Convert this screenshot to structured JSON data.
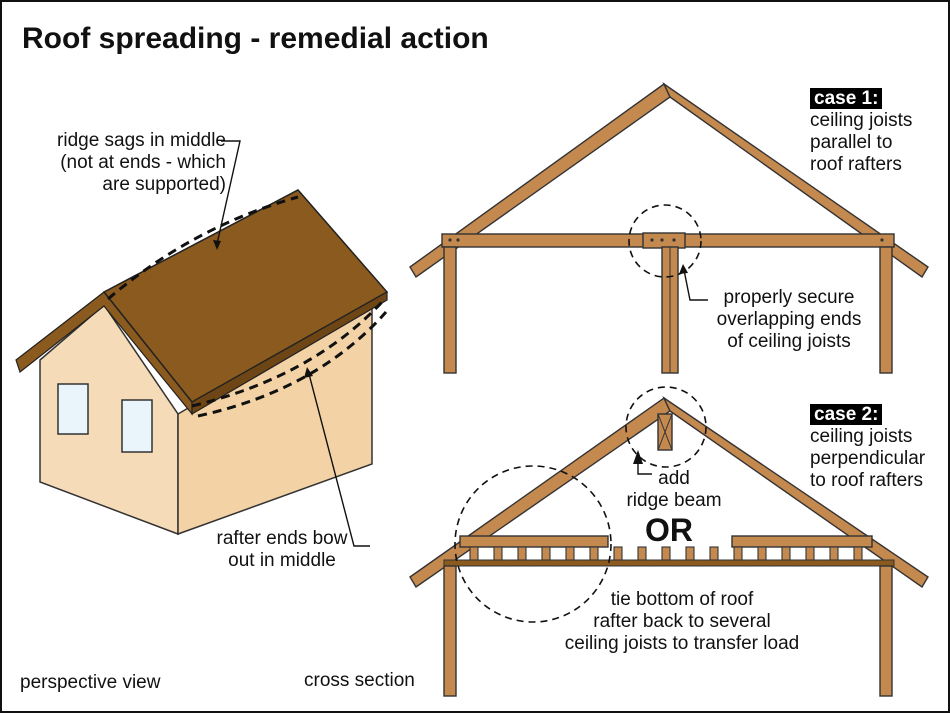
{
  "title": "Roof spreading - remedial action",
  "perspective": {
    "ridge_note": [
      "ridge sags in middle",
      "(not at ends - which",
      "are supported)"
    ],
    "rafter_note": [
      "rafter ends bow",
      "out in middle"
    ],
    "caption": "perspective view"
  },
  "case1": {
    "badge": "case 1:",
    "lines": [
      "ceiling joists",
      "parallel to",
      "roof rafters"
    ],
    "note": [
      "properly secure",
      "overlapping ends",
      "of ceiling joists"
    ]
  },
  "case2": {
    "badge": "case 2:",
    "lines": [
      "ceiling joists",
      "perpendicular",
      "to roof rafters"
    ],
    "ridge_note": [
      "add",
      "ridge beam"
    ],
    "or": "OR",
    "tie_note": [
      "tie bottom of roof",
      "rafter back to several",
      "ceiling joists to transfer load"
    ]
  },
  "cross_section_caption": "cross section",
  "colors": {
    "roof": "#8a5a1e",
    "wood": "#c4894f",
    "wall_front": "#f6dbb8",
    "wall_side": "#f3d3a6",
    "window": "#eaf4fb"
  }
}
